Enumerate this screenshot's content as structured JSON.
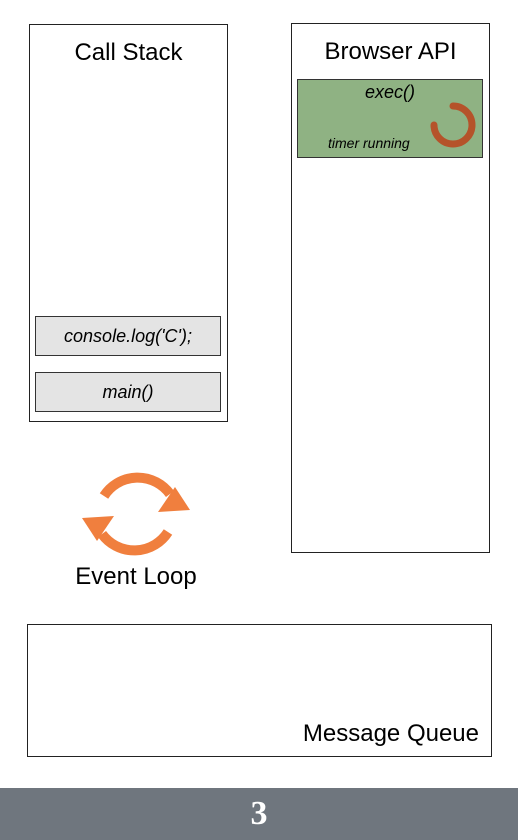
{
  "call_stack": {
    "title": "Call Stack",
    "frames": [
      "console.log('C');",
      "main()"
    ]
  },
  "browser_api": {
    "title": "Browser API",
    "timer": {
      "label": "exec()",
      "status": "timer running",
      "status_icon": "spinner-icon"
    }
  },
  "event_loop": {
    "label": "Event Loop",
    "icon": "cycle-arrows-icon",
    "color": "#f07f3e"
  },
  "message_queue": {
    "title": "Message Queue"
  },
  "step": {
    "number": "3"
  },
  "colors": {
    "timer_card": "#8fb283",
    "frame_fill": "#e4e4e4",
    "spinner": "#b5532a",
    "step_bar": "#6f767e"
  }
}
